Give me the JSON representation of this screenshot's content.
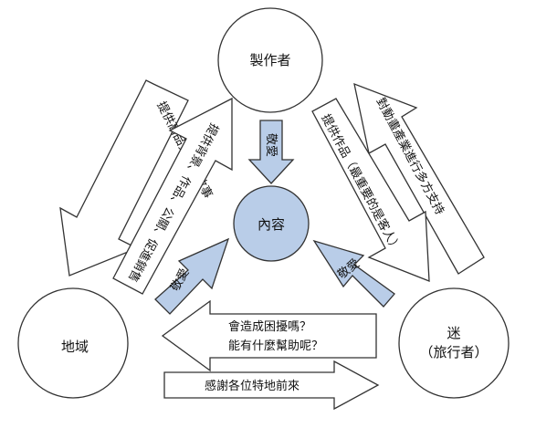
{
  "nodes": {
    "creator": "製作者",
    "region": "地域",
    "fans": [
      "迷",
      "（旅行者）"
    ],
    "content": "內容"
  },
  "arrows": {
    "region_to_creator": "提供高品質的新故事",
    "creator_to_region": "提供背景、作品、公關、促進銷售",
    "fans_to_creator": "對動畫產業進行多方支持",
    "creator_to_fans": "提供作品（最重要的是客人）",
    "creator_to_content": "敬愛",
    "region_to_content": "敬愛",
    "fans_to_content": "敬愛",
    "fans_to_region": [
      "會造成困擾嗎？",
      "能有什麼幫助呢？"
    ],
    "region_to_fans": "感謝各位特地前來"
  },
  "colors": {
    "content_fill": "#b9cde8",
    "stroke": "#333333"
  }
}
